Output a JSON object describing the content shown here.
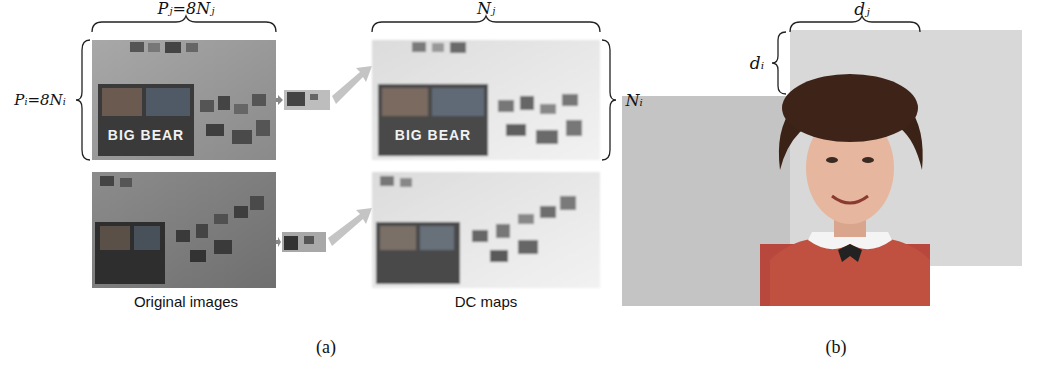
{
  "diagram": {
    "labels": [
      "Pⱼ=8Nⱼ",
      "Pᵢ=8Nᵢ",
      "BIG BEAR",
      "Original images",
      "Nⱼ",
      "Nᵢ",
      "BIG BEAR",
      "DC maps",
      "(a)",
      "dᵢ",
      "dⱼ",
      "(b)"
    ]
  }
}
